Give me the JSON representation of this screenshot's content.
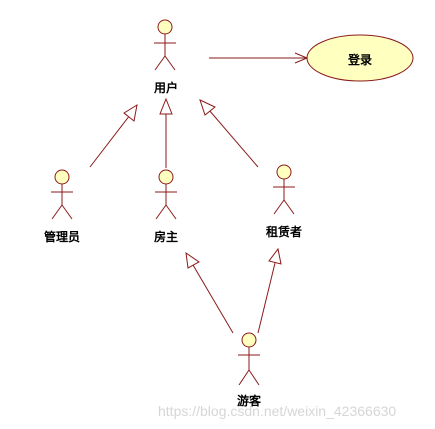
{
  "actors": {
    "user": "用户",
    "admin": "管理员",
    "landlord": "房主",
    "tenant": "租赁者",
    "visitor": "游客"
  },
  "usecase": {
    "login": "登录"
  },
  "watermark": "https://blog.csdn.net/weixin_42366630",
  "colors": {
    "stroke": "#8b1a1a",
    "fill": "#ffffc0",
    "text": "#000000"
  }
}
